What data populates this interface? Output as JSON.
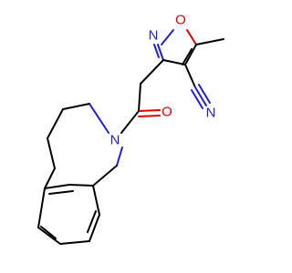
{
  "molecule": {
    "atoms": {
      "n_isoxazole": {
        "label": "N",
        "color": "#1f1fd6"
      },
      "o_isoxazole": {
        "label": "O",
        "color": "#e00000"
      },
      "o_carbonyl": {
        "label": "O",
        "color": "#e00000"
      },
      "n_amide": {
        "label": "N",
        "color": "#1f1fd6"
      },
      "n_nitrile": {
        "label": "N",
        "color": "#1f1fd6"
      }
    }
  }
}
